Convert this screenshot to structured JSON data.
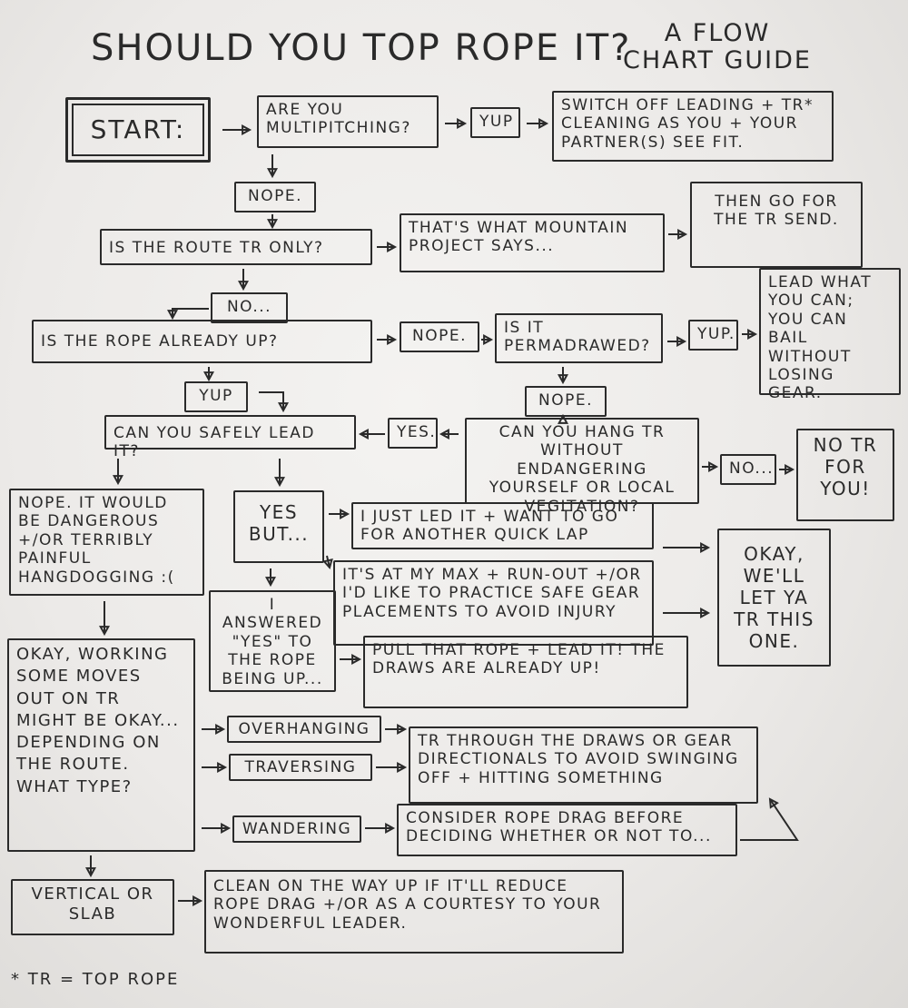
{
  "title": "SHOULD YOU TOP ROPE IT?",
  "subtitle": "A FLOW CHART GUIDE",
  "footnote": "* TR = TOP ROPE",
  "nodes": {
    "start": "START:",
    "multipitch_q": "ARE YOU MULTIPITCHING?",
    "yup1": "YUP",
    "switch_off": "SWITCH OFF LEADING + TR* CLEANING AS YOU + YOUR PARTNER(S) SEE FIT.",
    "nope1": "NOPE.",
    "tr_only_q": "IS THE ROUTE TR ONLY?",
    "mountain_project": "THAT'S WHAT MOUNTAIN PROJECT SAYS...",
    "tr_send": "THEN GO FOR THE TR SEND.",
    "no1": "NO...",
    "rope_up_q": "IS THE ROPE ALREADY UP?",
    "nope2": "NOPE.",
    "permadrawed_q": "IS IT PERMADRAWED?",
    "yup2": "YUP.",
    "lead_what_you_can": "LEAD WHAT YOU CAN; YOU CAN BAIL WITHOUT LOSING GEAR.",
    "yup3": "YUP",
    "nope3": "NOPE.",
    "safely_lead_q": "CAN YOU SAFELY LEAD IT?",
    "yes1": "YES.",
    "hang_tr_q": "CAN YOU HANG TR WITHOUT ENDANGERING YOURSELF OR LOCAL VEGITATION?",
    "no2": "NO...",
    "no_tr": "NO TR FOR YOU!",
    "nope_dangerous": "NOPE. IT WOULD BE DANGEROUS +/OR TERRIBLY PAINFUL HANGDOGGING :(",
    "yes_but": "YES BUT...",
    "quick_lap": "I JUST LED IT + WANT TO GO FOR ANOTHER QUICK LAP",
    "at_my_max": "IT'S AT MY MAX + RUN-OUT +/OR I'D LIKE TO PRACTICE SAFE GEAR PLACEMENTS TO AVOID INJURY",
    "okay_let_ya": "OKAY, WE'LL LET YA TR THIS ONE.",
    "answered_yes": "I ANSWERED \"YES\" TO THE ROPE BEING UP...",
    "pull_rope": "PULL THAT ROPE + LEAD IT! THE DRAWS ARE ALREADY UP!",
    "working_moves": "OKAY, WORKING SOME MOVES OUT ON TR MIGHT BE OKAY... DEPENDING ON THE ROUTE. WHAT TYPE?",
    "overhanging": "OVERHANGING",
    "traversing": "TRAVERSING",
    "wandering": "WANDERING",
    "tr_through_draws": "TR THROUGH THE DRAWS OR GEAR DIRECTIONALS TO AVOID SWINGING OFF + HITTING SOMETHING",
    "rope_drag": "CONSIDER ROPE DRAG BEFORE DECIDING WHETHER OR NOT TO...",
    "vertical_slab": "VERTICAL OR SLAB",
    "clean_on_way_up": "CLEAN ON THE WAY UP IF IT'LL REDUCE ROPE DRAG +/OR AS A COURTESY TO YOUR WONDERFUL LEADER."
  },
  "colors": {
    "ink": "#2a2a2a",
    "paper": "#ecebea"
  }
}
